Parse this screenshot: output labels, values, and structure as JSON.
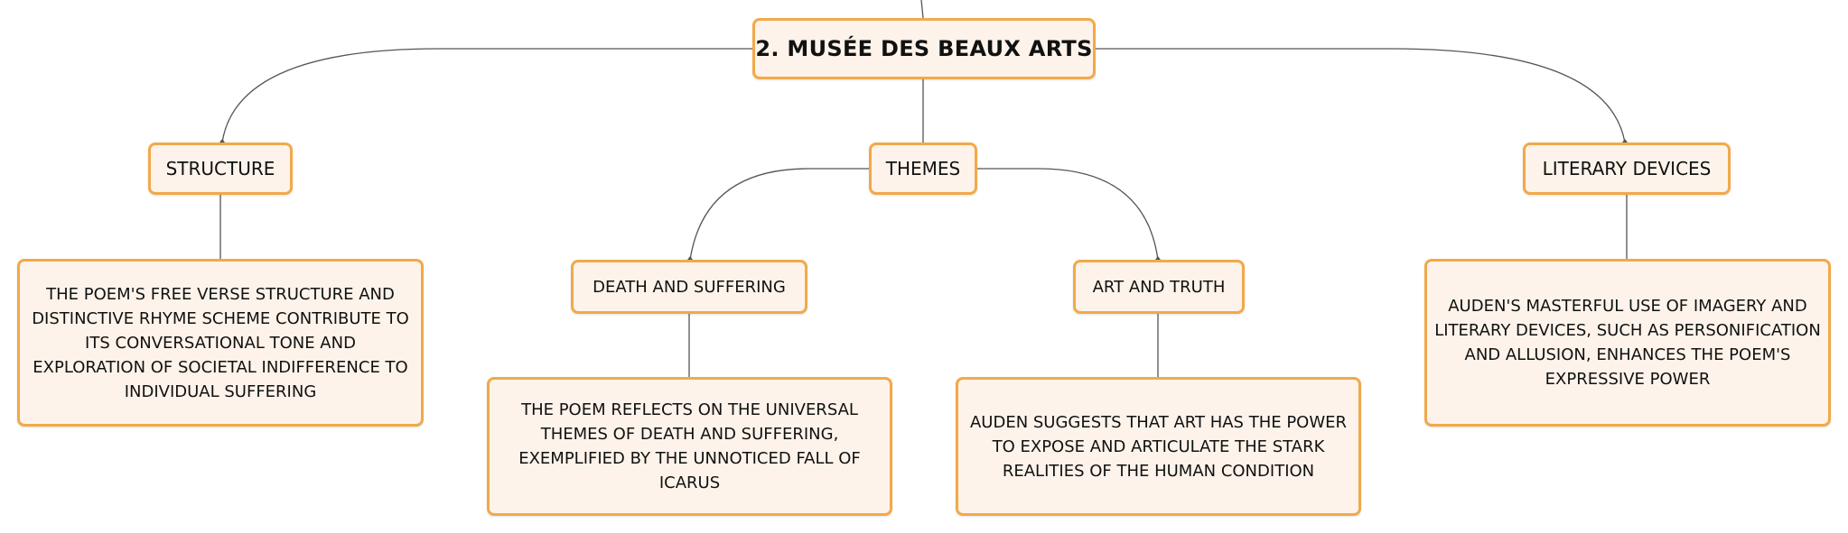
{
  "diagram": {
    "root": {
      "label": "2. MUSÉE DES BEAUX ARTS"
    },
    "branches": [
      {
        "label": "STRUCTURE",
        "detail": "THE POEM'S FREE VERSE STRUCTURE AND DISTINCTIVE RHYME SCHEME CONTRIBUTE TO ITS CONVERSATIONAL TONE AND EXPLORATION OF SOCIETAL INDIFFERENCE TO INDIVIDUAL SUFFERING"
      },
      {
        "label": "THEMES",
        "children": [
          {
            "label": "DEATH AND SUFFERING",
            "detail": "THE POEM REFLECTS ON THE UNIVERSAL THEMES OF DEATH AND SUFFERING, EXEMPLIFIED BY THE UNNOTICED FALL OF ICARUS"
          },
          {
            "label": "ART AND TRUTH",
            "detail": "AUDEN SUGGESTS THAT ART HAS THE POWER TO EXPOSE AND ARTICULATE THE STARK REALITIES OF THE HUMAN CONDITION"
          }
        ]
      },
      {
        "label": "LITERARY DEVICES",
        "detail": "AUDEN'S MASTERFUL USE OF IMAGERY AND LITERARY DEVICES, SUCH AS PERSONIFICATION AND ALLUSION, ENHANCES THE POEM'S EXPRESSIVE POWER"
      }
    ]
  },
  "colors": {
    "node_border": "#f2a94a",
    "node_fill": "#fdf3ea",
    "connector": "#555555",
    "text": "#111111"
  }
}
